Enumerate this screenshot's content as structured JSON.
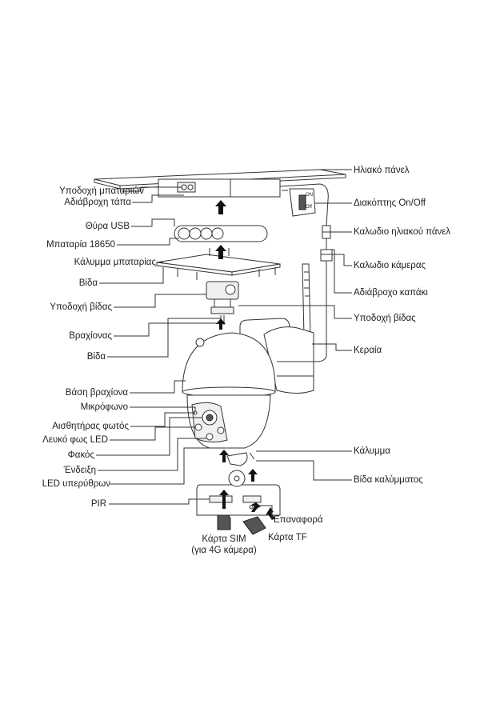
{
  "labels": {
    "solar_panel": "Ηλιακό πάνελ",
    "battery_holder": "Υποδοχή μπαταριών",
    "waterproof_plug": "Αδιάβροχη τάπα",
    "on_off_switch": "Διακόπτης On/Off",
    "usb_port": "Θύρα USB",
    "solar_cable": "Καλωδιο ηλιακού πάνελ",
    "battery_18650": "Μπαταρία 18650",
    "camera_cable": "Καλωδιο κάμερας",
    "battery_cover": "Κάλυμμα μπαταρίας",
    "screw_1": "Βίδα",
    "waterproof_cap": "Αδιάβροχο καπάκι",
    "screw_mount_left": "Υποδοχή βίδας",
    "screw_mount_right": "Υποδοχή βίδας",
    "arm": "Βραχίονας",
    "screw_2": "Βίδα",
    "antenna": "Κεραία",
    "arm_base": "Βάση βραχίονα",
    "microphone": "Μικρόφωνο",
    "light_sensor": "Αισθητήρας φωτός",
    "white_led": "Λευκό φως LED",
    "lens": "Φακός",
    "indicator": "Ένδειξη",
    "ir_led": "LED υπερύθρων",
    "cover": "Κάλυμμα",
    "cover_screw": "Βίδα καλύμματος",
    "pir": "PIR",
    "reset": "Επαναφορά",
    "tf_card": "Κάρτα TF",
    "sim_card": "Κάρτα SIM",
    "sim_card_note": "(για 4G κάμερα)"
  },
  "switch_marks": {
    "on": "ON",
    "off": "Off"
  },
  "colors": {
    "line": "#333333",
    "arrow": "#111111",
    "fill": "#ffffff",
    "shade": "#f0f0f0"
  }
}
